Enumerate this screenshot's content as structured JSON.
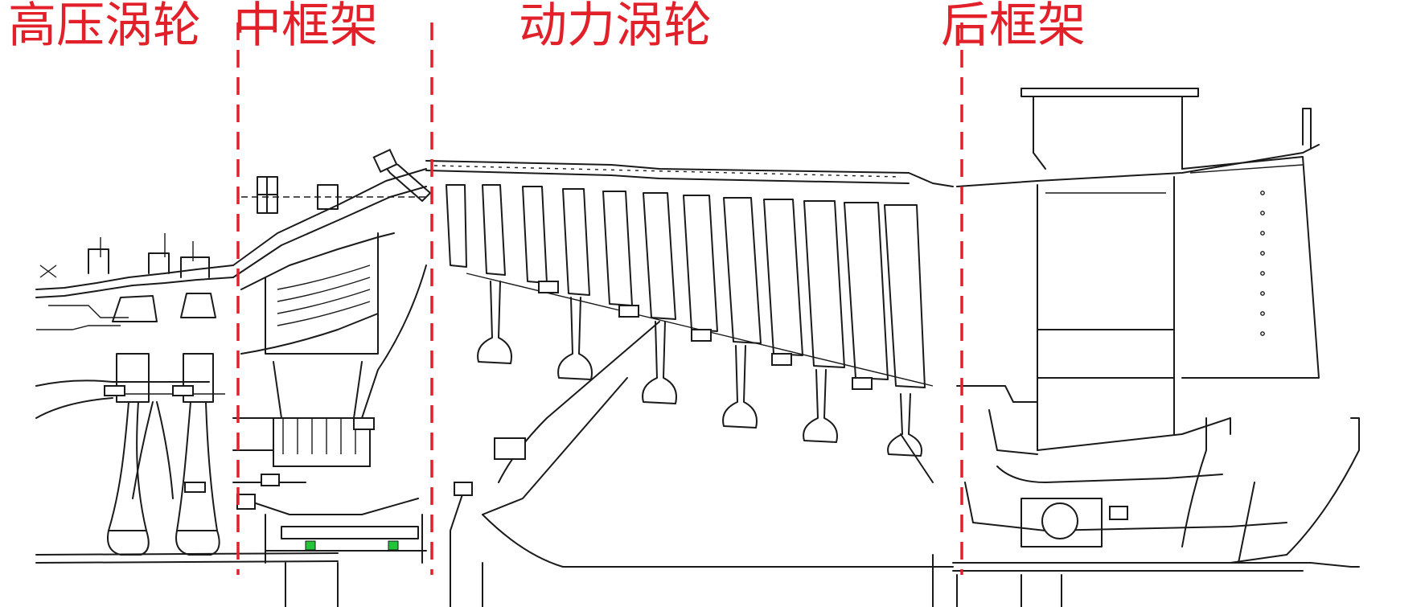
{
  "sections": [
    {
      "id": "hpt",
      "label": "高压涡轮"
    },
    {
      "id": "mid",
      "label": "中框架"
    },
    {
      "id": "pt",
      "label": "动力涡轮"
    },
    {
      "id": "rear",
      "label": "后框架"
    }
  ],
  "colors": {
    "label": "#e2202a",
    "divider": "#e2202a",
    "line": "#1a1a1a",
    "highlight": "#22c43a",
    "background": "#ffffff"
  }
}
